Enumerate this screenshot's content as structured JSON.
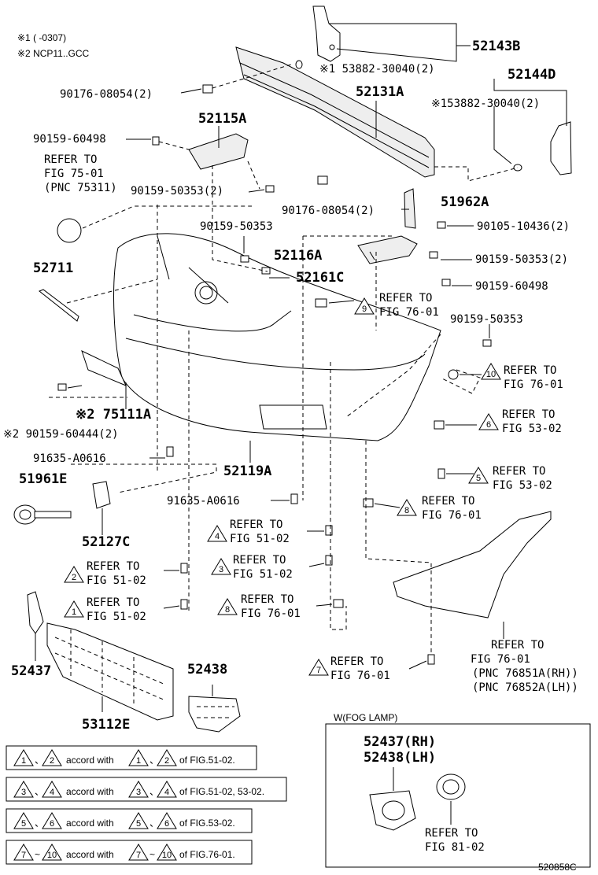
{
  "notes": {
    "n1": "※1 (    -0307)",
    "n2": "※2 NCP11..GCC"
  },
  "parts": {
    "p52143B": "52143B",
    "p53882_top": "※1 53882-30040(2)",
    "p90176_a": "90176-08054(2)",
    "p52131A": "52131A",
    "p52144D": "52144D",
    "p53882_right": "※153882-30040(2)",
    "p90159_60498_a": "90159-60498",
    "p52115A": "52115A",
    "refer_75_a": "REFER TO",
    "refer_75_b": "FIG 75-01",
    "refer_75_c": "(PNC 75311)",
    "p90159_50353_2a": "90159-50353(2)",
    "p90176_b": "90176-08054(2)",
    "p51962A": "51962A",
    "p90105": "90105-10436(2)",
    "p90159_50353_a": "90159-50353",
    "p52711": "52711",
    "p52116A": "52116A",
    "p90159_50353_2b": "90159-50353(2)",
    "p52161C": "52161C",
    "p90159_60498_b": "90159-60498",
    "ref9_a": "REFER TO",
    "ref9_b": "FIG 76-01",
    "p90159_50353_b": "90159-50353",
    "ref10_a": "REFER TO",
    "ref10_b": "FIG 76-01",
    "p75111A": "※2 75111A",
    "ref6_a": "REFER TO",
    "ref6_b": "FIG 53-02",
    "p90159_60444": "※2 90159-60444(2)",
    "p91635_a": "91635-A0616",
    "p52119A": "52119A",
    "ref5_a": "REFER TO",
    "ref5_b": "FIG 53-02",
    "p51961E": "51961E",
    "p91635_b": "91635-A0616",
    "ref8a_a": "REFER TO",
    "ref8a_b": "FIG 76-01",
    "ref4_a": "REFER TO",
    "ref4_b": "FIG 51-02",
    "p52127C": "52127C",
    "ref2_a": "REFER TO",
    "ref2_b": "FIG 51-02",
    "ref3_a": "REFER TO",
    "ref3_b": "FIG 51-02",
    "ref1_a": "REFER TO",
    "ref1_b": "FIG 51-02",
    "ref8b_a": "REFER TO",
    "ref8b_b": "FIG 76-01",
    "refR_a": "REFER TO",
    "refR_b": "FIG 76-01",
    "refR_c": "(PNC 76851A(RH))",
    "refR_d": "(PNC 76852A(LH))",
    "p52437": "52437",
    "p52438": "52438",
    "ref7_a": "REFER TO",
    "ref7_b": "FIG 76-01",
    "p53112E": "53112E",
    "fog_title": "W(FOG LAMP)",
    "fog_rh": "52437(RH)",
    "fog_lh": "52438(LH)",
    "ref81_a": "REFER TO",
    "ref81_b": "FIG 81-02"
  },
  "triangles": {
    "t1": "1",
    "t2": "2",
    "t3": "3",
    "t4": "4",
    "t5": "5",
    "t6": "6",
    "t7": "7",
    "t8": "8",
    "t9": "9",
    "t10": "10"
  },
  "legend": {
    "row1": {
      "a": "1",
      "b": "2",
      "sep": "、",
      "mid": "accord with",
      "c": "1",
      "d": "2",
      "end": "of FIG.51-02."
    },
    "row2": {
      "a": "3",
      "b": "4",
      "sep": "、",
      "mid": "accord with",
      "c": "3",
      "d": "4",
      "end": "of FIG.51-02, 53-02."
    },
    "row3": {
      "a": "5",
      "b": "6",
      "sep": "、",
      "mid": "accord with",
      "c": "5",
      "d": "6",
      "end": "of FIG.53-02."
    },
    "row4": {
      "a": "7",
      "b": "10",
      "sep": "~",
      "mid": "accord with",
      "c": "7",
      "d": "10",
      "end": "of FIG.76-01."
    }
  },
  "figure_id": "520858C"
}
